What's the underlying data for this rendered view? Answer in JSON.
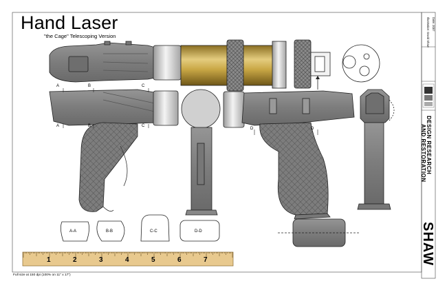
{
  "title": "Hand Laser",
  "subtitle": "\"the Cage\" Telescoping Version",
  "footnote": "Full size at 150 dpi (100% on 11\" x 17\")",
  "section_markers": {
    "a_top": "A",
    "b_top": "B",
    "c_top": "C",
    "a_bottom": "A",
    "b_bottom": "B",
    "c_bottom": "C",
    "d_left": "D",
    "d_right": "D"
  },
  "cross_sections": [
    "A-A",
    "B-B",
    "C-C",
    "D-D"
  ],
  "ruler": {
    "ticks": [
      "1",
      "2",
      "3",
      "4",
      "5",
      "6",
      "7"
    ]
  },
  "sidebar": {
    "brand": "SHAW",
    "tagline_1": "DESIGN RESEARCH",
    "tagline_2": "AND RESTORATION",
    "credit_1": "Illustration: David Shaw",
    "credit_2": "Date: 2007"
  },
  "colors": {
    "gray_fill": "#828282",
    "stroke": "#222222",
    "brass": "#c8a648",
    "ruler_fill": "#e8c98e",
    "silver": "#cfcfcf"
  }
}
